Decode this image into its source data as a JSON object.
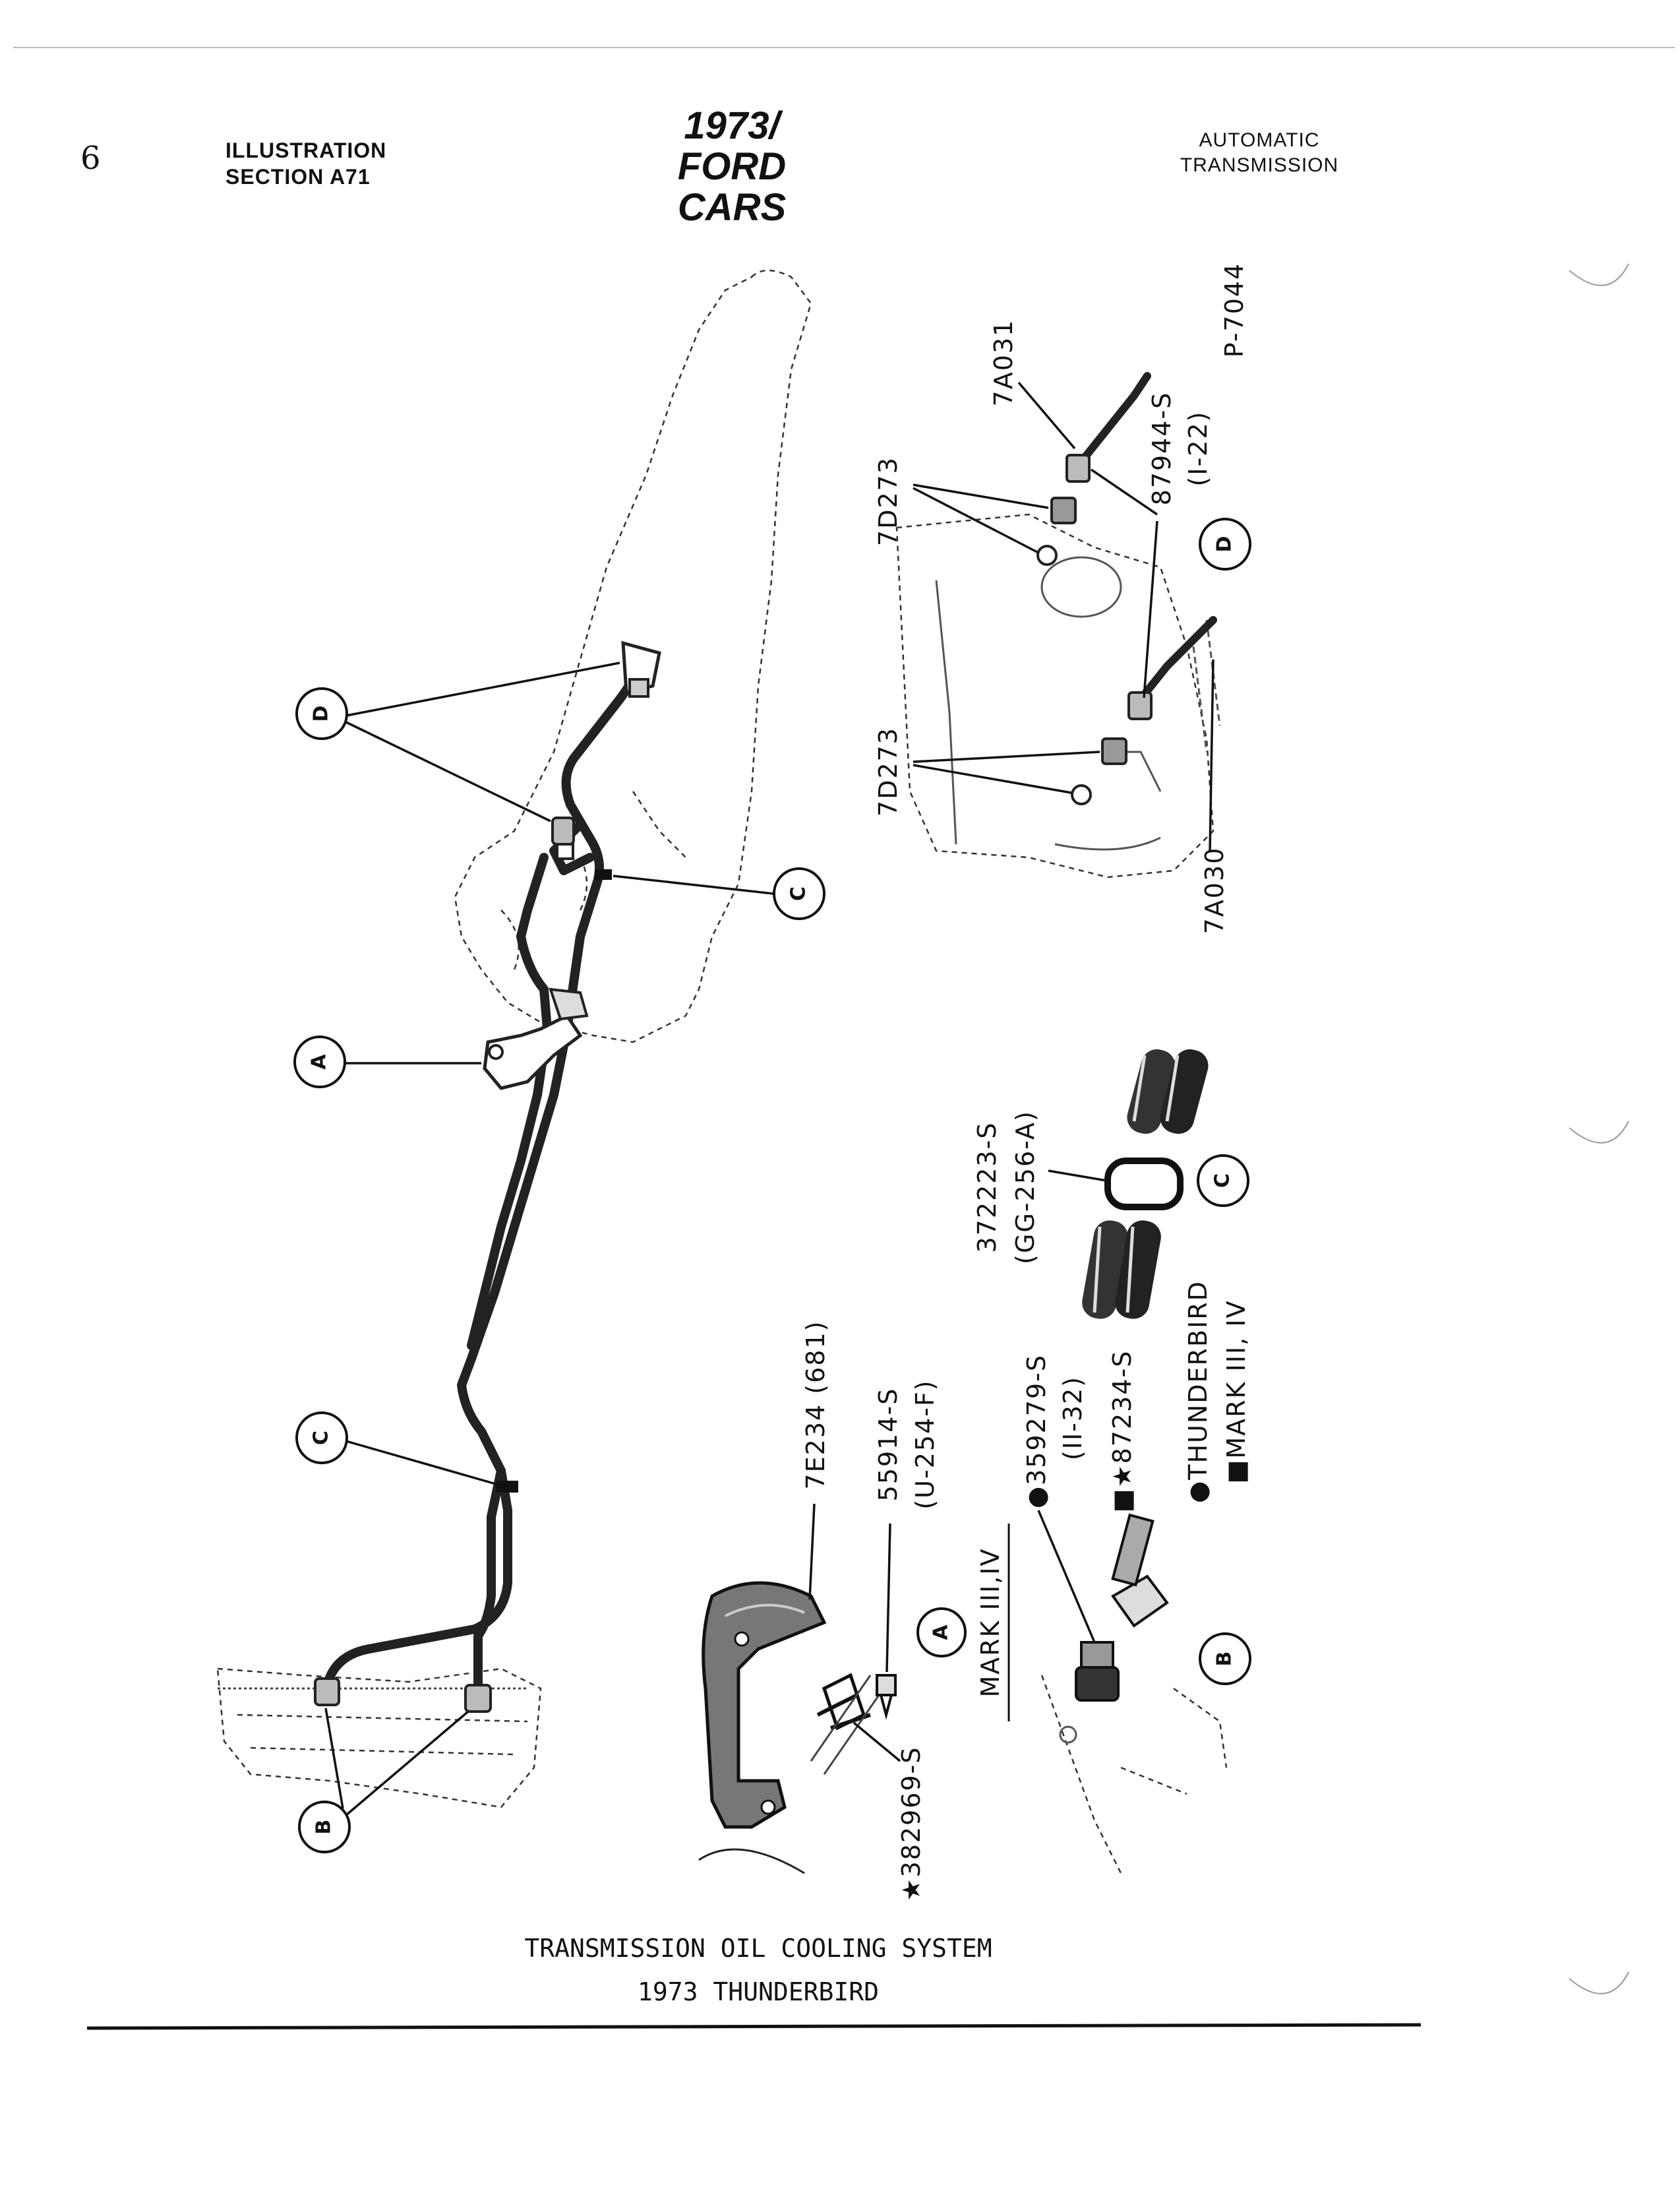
{
  "header": {
    "page_number": "6",
    "left_line1": "ILLUSTRATION",
    "left_line2": "SECTION A71",
    "center_line1": "1973/",
    "center_line2": "FORD CARS",
    "right_line1": "AUTOMATIC",
    "right_line2": "TRANSMISSION"
  },
  "callouts": {
    "A": "A",
    "B": "B",
    "C": "C",
    "D": "D"
  },
  "part_labels": {
    "fig_number": "P-7044",
    "p_7a031": "7A031",
    "p_7d273_upper": "7D273",
    "p_7d273_lower": "7D273",
    "p_87944": "87944-S",
    "p_87944_ref": "(I-22)",
    "p_7a030": "7A030",
    "p_372223": "372223-S",
    "p_372223_ref": "(GG-256-A)",
    "legend_thunderbird": "●THUNDERBIRD",
    "legend_mark": "■MARK III, IV",
    "p_7e234": "7E234 (681)",
    "p_55914": "55914-S",
    "p_55914_ref": "(U-254-F)",
    "mark_note": "MARK III,IV",
    "p_359279": "●359279-S",
    "p_359279_ref": "(II-32)",
    "p_87234": "■★87234-S",
    "p_382969": "★382969-S"
  },
  "caption": {
    "line1": "TRANSMISSION OIL COOLING SYSTEM",
    "line2": "1973     THUNDERBIRD"
  }
}
